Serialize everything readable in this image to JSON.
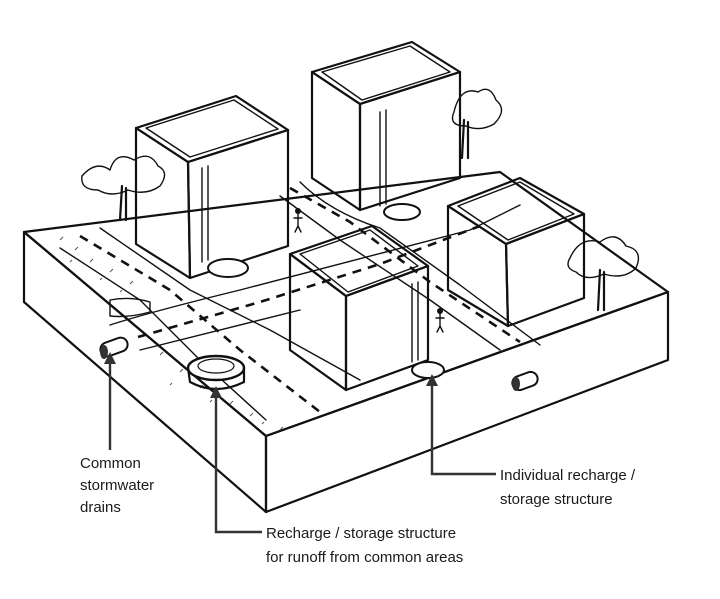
{
  "labels": {
    "common_drains": [
      "Common",
      "stormwater",
      "drains"
    ],
    "individual_structure": [
      "Individual recharge /",
      "storage structure"
    ],
    "common_structure": [
      "Recharge / storage structure",
      "for runoff from common areas"
    ]
  },
  "colors": {
    "ink": "#111111",
    "leader": "#333333",
    "paper": "#ffffff"
  }
}
